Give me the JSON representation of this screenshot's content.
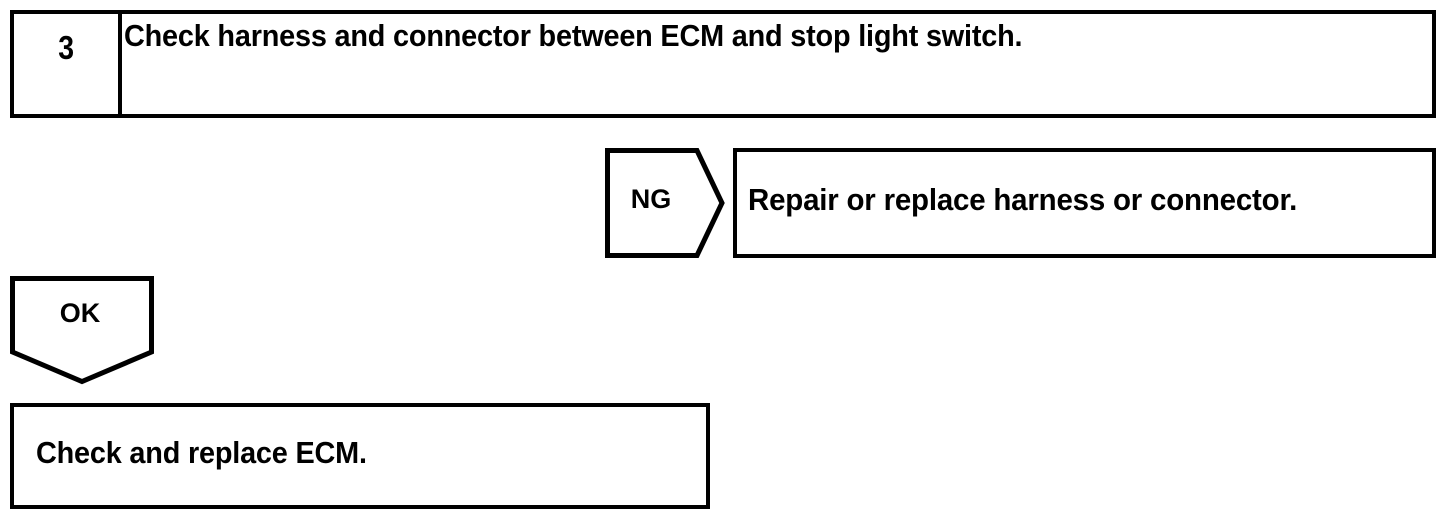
{
  "document": {
    "kind": "diagnostic-flowchart",
    "ink_color": "#000000",
    "background_color": "#ffffff"
  },
  "step": {
    "number": "3",
    "instruction": "Check harness and connector between ECM and stop light switch."
  },
  "branches": {
    "ng": {
      "label": "NG",
      "action": "Repair or replace harness or connector.",
      "connector_icon": "right-pointing-pentagon-arrow-icon"
    },
    "ok": {
      "label": "OK",
      "action": "Check and replace ECM.",
      "connector_icon": "down-pointing-pentagon-arrow-icon"
    }
  }
}
